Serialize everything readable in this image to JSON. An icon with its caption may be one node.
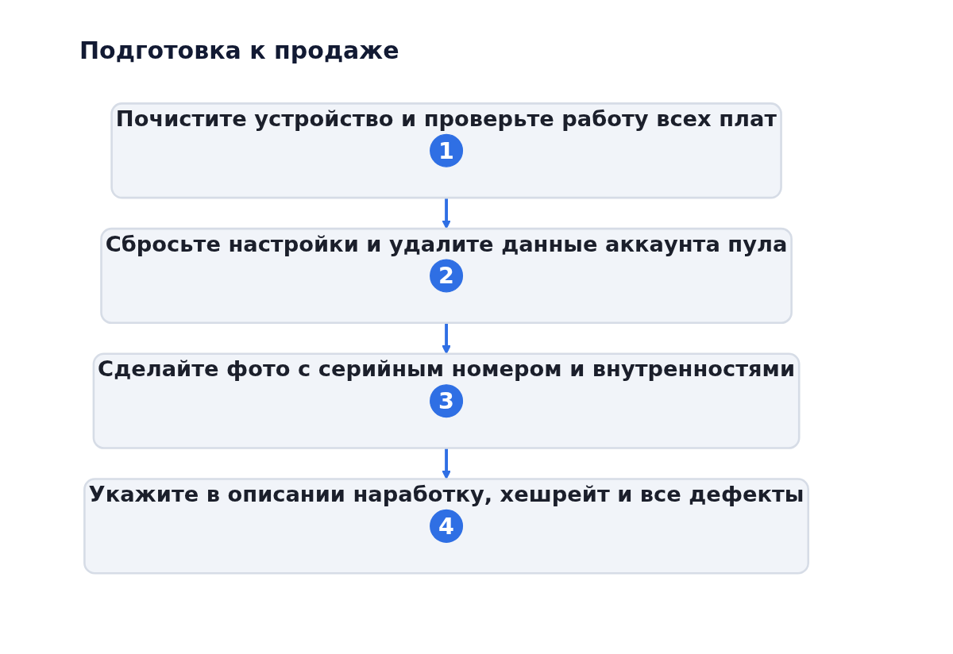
{
  "diagram": {
    "title": "Подготовка к продаже",
    "nodes": [
      {
        "text": [
          "Почистите устройство и проверьте работу всех плат"
        ]
      },
      {
        "text": [
          "1"
        ],
        "in": 0
      },
      {
        "text": [
          "Сбросьте настройки и удалите данные аккаунта пула"
        ]
      },
      {
        "text": [
          "2"
        ],
        "in": 2
      },
      {
        "text": [
          "Сделайте фото с серийным номером и внутренностями"
        ]
      },
      {
        "text": [
          "3"
        ],
        "in": 4
      },
      {
        "text": [
          "Укажите в описании наработку, хешрейт и все дефекты"
        ]
      },
      {
        "text": [
          "4"
        ],
        "in": 6
      }
    ],
    "edges": [
      {
        "from": 0,
        "to": 2,
        "arrow": "to"
      },
      {
        "from": 2,
        "to": 4,
        "arrow": "to"
      },
      {
        "from": 4,
        "to": 6,
        "arrow": "to"
      }
    ]
  }
}
